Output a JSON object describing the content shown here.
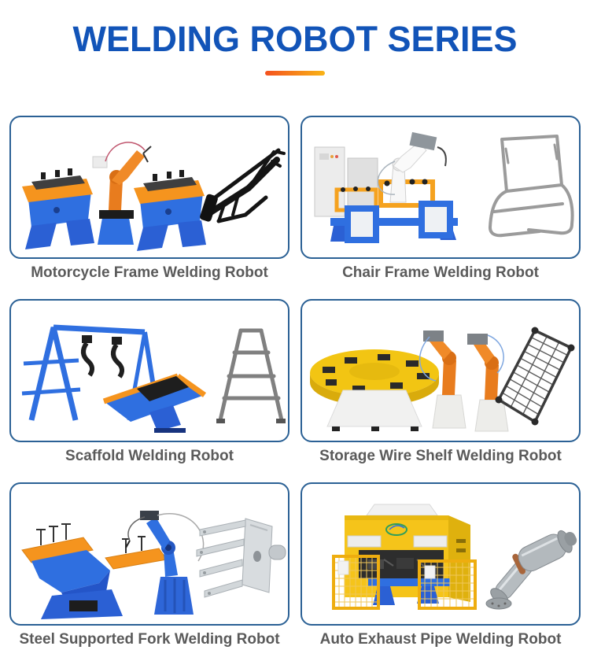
{
  "page": {
    "title": "WELDING ROBOT SERIES",
    "title_color": "#1254b8",
    "divider_gradient_start": "#f4511e",
    "divider_gradient_end": "#f9b416",
    "card_border_color": "#2b6195",
    "caption_color": "#5a5a5a",
    "background_color": "#ffffff"
  },
  "palette": {
    "machine_blue": "#2f6fe0",
    "machine_blue_dark": "#2b60d4",
    "fixture_orange": "#f5941e",
    "robot_orange": "#e87c1e",
    "machine_yellow": "#f5c41a",
    "steel_gray": "#9b9b9b"
  },
  "products": [
    {
      "caption": "Motorcycle Frame Welding Robot",
      "image": "motorcycle-frame-welding-robot-illustration"
    },
    {
      "caption": "Chair Frame Welding Robot",
      "image": "chair-frame-welding-robot-illustration"
    },
    {
      "caption": "Scaffold Welding Robot",
      "image": "scaffold-welding-robot-illustration"
    },
    {
      "caption": "Storage Wire Shelf Welding Robot",
      "image": "storage-wire-shelf-welding-robot-illustration"
    },
    {
      "caption": "Steel Supported Fork Welding Robot",
      "image": "steel-supported-fork-welding-robot-illustration"
    },
    {
      "caption": "Auto Exhaust Pipe Welding Robot",
      "image": "auto-exhaust-pipe-welding-robot-illustration"
    }
  ]
}
